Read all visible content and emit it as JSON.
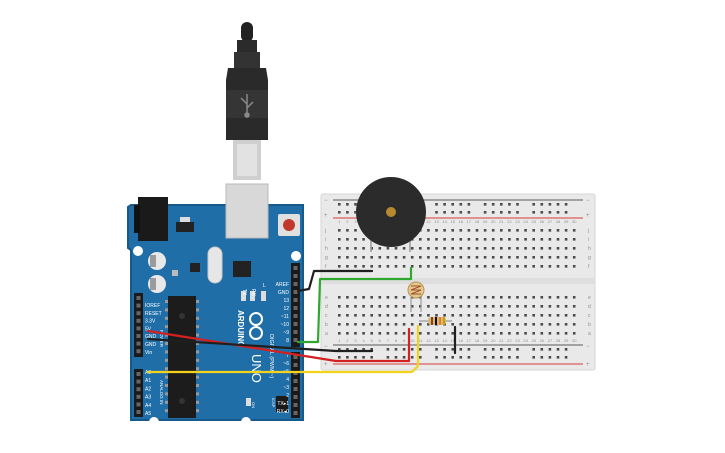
{
  "arduino": {
    "brand": "ARDUINO",
    "model": "UNO",
    "icsp": "ICSP",
    "led_labels": [
      "TX",
      "RX",
      "L"
    ],
    "on_label": "ON",
    "power_header_title": "POWER",
    "analog_header_title": "ANALOG IN",
    "digital_header_title": "DIGITAL (PWM ~)",
    "power_pins": [
      "IOREF",
      "RESET",
      "3.3V",
      "5V",
      "GND",
      "GND",
      "Vin"
    ],
    "analog_pins": [
      "A0",
      "A1",
      "A2",
      "A3",
      "A4",
      "A5"
    ],
    "digital_pins_top": [
      "AREF",
      "GND",
      "13",
      "12",
      "~11",
      "~10",
      "~9",
      "8"
    ],
    "digital_pins_bottom": [
      "7",
      "~6",
      "~5",
      "4",
      "~3",
      "2",
      "TX▸1",
      "RX◂0"
    ]
  },
  "breadboard": {
    "rail_top_minus": "−",
    "rail_top_plus": "+",
    "rail_bottom_minus": "−",
    "rail_bottom_plus": "+",
    "rows_top": [
      "j",
      "i",
      "h",
      "g",
      "f"
    ],
    "rows_bottom": [
      "e",
      "d",
      "c",
      "b",
      "a"
    ],
    "column_numbers": [
      "1",
      "2",
      "3",
      "4",
      "5",
      "6",
      "7",
      "8",
      "9",
      "10",
      "11",
      "12",
      "13",
      "14",
      "15",
      "16",
      "17",
      "18",
      "19",
      "20",
      "21",
      "22",
      "23",
      "24",
      "25",
      "26",
      "27",
      "28",
      "29",
      "30"
    ]
  },
  "components": [
    "usb-cable",
    "piezo-buzzer",
    "photoresistor",
    "resistor"
  ],
  "wire_colors": {
    "red": "#d42020",
    "black": "#1f1f1f",
    "green": "#2fa82f",
    "yellow": "#f2d21b"
  },
  "colors": {
    "board": "#1f6ea8",
    "board_edge": "#175a8a",
    "breadboard": "#e9e9e9"
  }
}
